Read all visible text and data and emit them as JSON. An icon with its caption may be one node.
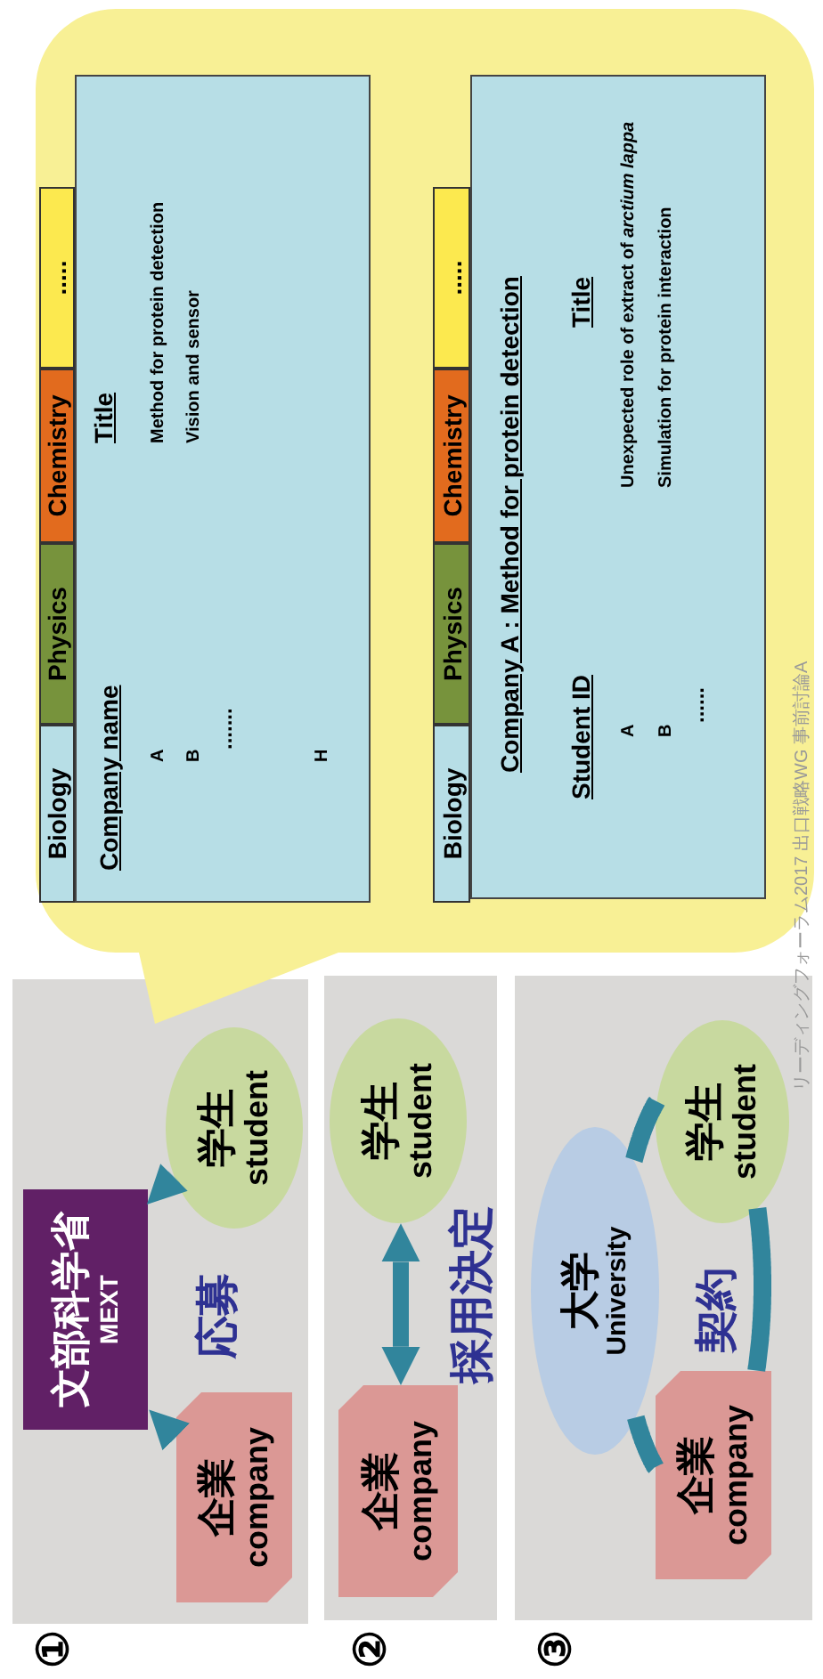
{
  "diagram": {
    "nodes": [
      {
        "text": [
          "①"
        ]
      },
      {
        "text": [
          "文部科学省",
          "MEXT"
        ],
        "in": 0
      },
      {
        "text": [
          "企業",
          "company"
        ],
        "in": 0
      },
      {
        "text": [
          "学生",
          "student"
        ],
        "in": 0
      },
      {
        "text": [
          "②"
        ]
      },
      {
        "text": [
          "企業",
          "company"
        ],
        "in": 4
      },
      {
        "text": [
          "学生",
          "student"
        ],
        "in": 4
      },
      {
        "text": [
          "③"
        ]
      },
      {
        "text": [
          "大学",
          "University"
        ],
        "in": 7
      },
      {
        "text": [
          "企業",
          "company"
        ],
        "in": 7
      },
      {
        "text": [
          "学生",
          "student"
        ],
        "in": 7
      },
      {
        "text": [],
        "shape": "callout"
      },
      {
        "text": [
          "Biology"
        ],
        "in": 11
      },
      {
        "text": [
          "Physics"
        ],
        "in": 11
      },
      {
        "text": [
          "Chemistry"
        ],
        "in": 11
      },
      {
        "text": [
          "....."
        ],
        "in": 11
      },
      {
        "text": [
          "Company name",
          "Title",
          "A",
          "Method for protein detection",
          "B",
          "Vision and sensor",
          ".......",
          "H"
        ],
        "in": 11
      },
      {
        "text": [
          "Biology"
        ],
        "in": 11
      },
      {
        "text": [
          "Physics"
        ],
        "in": 11
      },
      {
        "text": [
          "Chemistry"
        ],
        "in": 11
      },
      {
        "text": [
          "....."
        ],
        "in": 11
      },
      {
        "text": [
          "Company A : Method for protein detection",
          "Student ID",
          "Title",
          "A",
          "Unexpected role of extract of *arctium lappa*",
          "B",
          "Simulation for protein interaction",
          "......"
        ],
        "in": 11
      }
    ],
    "edges": [
      {
        "from": 3,
        "to": 1,
        "arrow": "to"
      },
      {
        "from": 2,
        "to": 1,
        "arrow": "to"
      },
      {
        "from": 5,
        "to": 6,
        "arrow": "both",
        "label": "採用決定"
      },
      {
        "from": 8,
        "to": 10,
        "arrow": "none"
      },
      {
        "from": 10,
        "to": 9,
        "arrow": "none",
        "label": "契約"
      },
      {
        "from": 9,
        "to": 8,
        "arrow": "none"
      }
    ],
    "labels": [
      "応募",
      "リーディングフォーラム2017 出口戦略WG 事前討論A"
    ]
  }
}
